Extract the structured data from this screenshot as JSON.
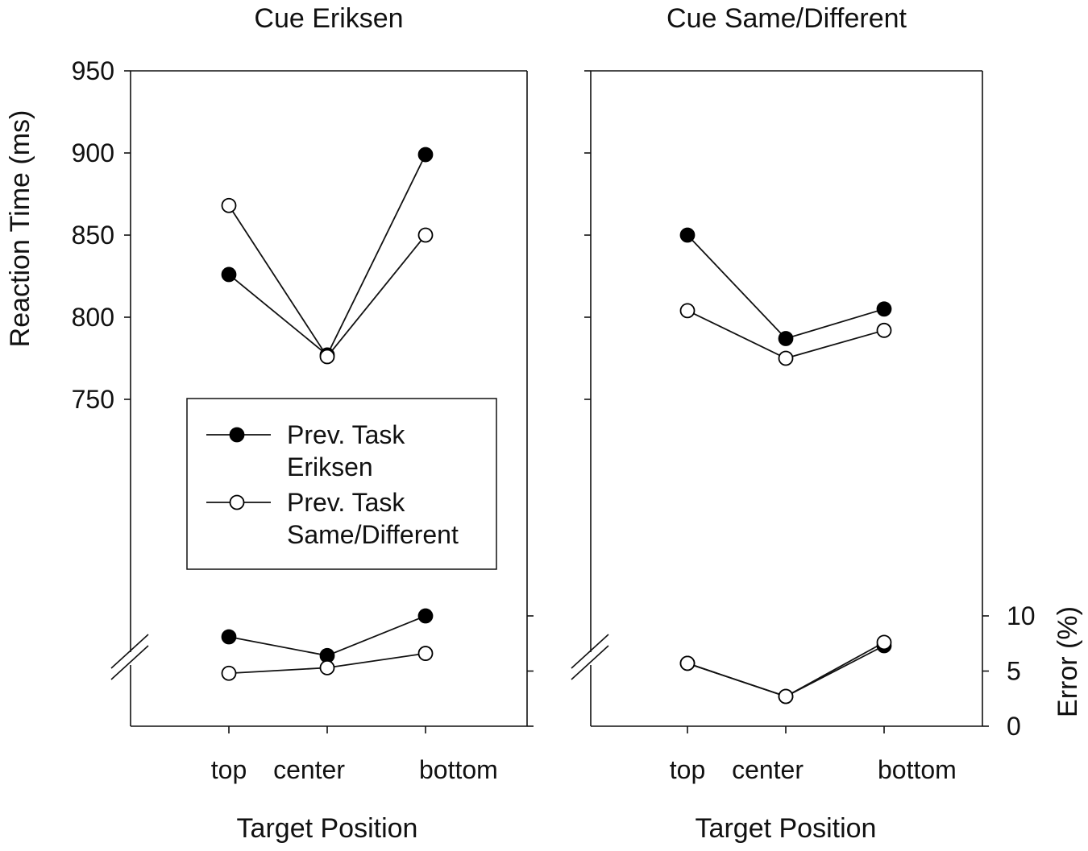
{
  "chart_data": [
    {
      "type": "line",
      "title": "Cue Eriksen",
      "xlabel": "Target Position",
      "ylabel": "Reaction Time (ms)",
      "categories": [
        "top",
        "center",
        "bottom"
      ],
      "rt_axis": {
        "range": [
          950,
          750
        ],
        "ticks": [
          950,
          900,
          850,
          800,
          750
        ]
      },
      "error_axis": {
        "range": [
          0,
          10
        ],
        "ticks": []
      },
      "axis_break": true,
      "series": [
        {
          "name": "Prev. Task Eriksen",
          "marker": "filled",
          "rt": [
            826,
            777,
            899
          ],
          "error": [
            8.1,
            6.4,
            10.0
          ]
        },
        {
          "name": "Prev. Task Same/Different",
          "marker": "open",
          "rt": [
            868,
            776,
            850
          ],
          "error": [
            4.8,
            5.3,
            6.6
          ]
        }
      ],
      "legend": {
        "placement": "center-left",
        "entries": [
          {
            "line1": "Prev. Task",
            "line2": "Eriksen",
            "marker": "filled"
          },
          {
            "line1": "Prev. Task",
            "line2": "Same/Different",
            "marker": "open"
          }
        ]
      }
    },
    {
      "type": "line",
      "title": "Cue Same/Different",
      "xlabel": "Target Position",
      "ylabel": "Error (%)",
      "categories": [
        "top",
        "center",
        "bottom"
      ],
      "rt_axis": {
        "range": [
          950,
          750
        ],
        "ticks": []
      },
      "error_axis": {
        "range": [
          0,
          10
        ],
        "ticks": [
          0,
          5,
          10
        ]
      },
      "axis_break": true,
      "series": [
        {
          "name": "Prev. Task Eriksen",
          "marker": "filled",
          "rt": [
            850,
            787,
            805
          ],
          "error": [
            5.7,
            2.7,
            7.3
          ]
        },
        {
          "name": "Prev. Task Same/Different",
          "marker": "open",
          "rt": [
            804,
            775,
            792
          ],
          "error": [
            5.7,
            2.7,
            7.6
          ]
        }
      ]
    }
  ]
}
